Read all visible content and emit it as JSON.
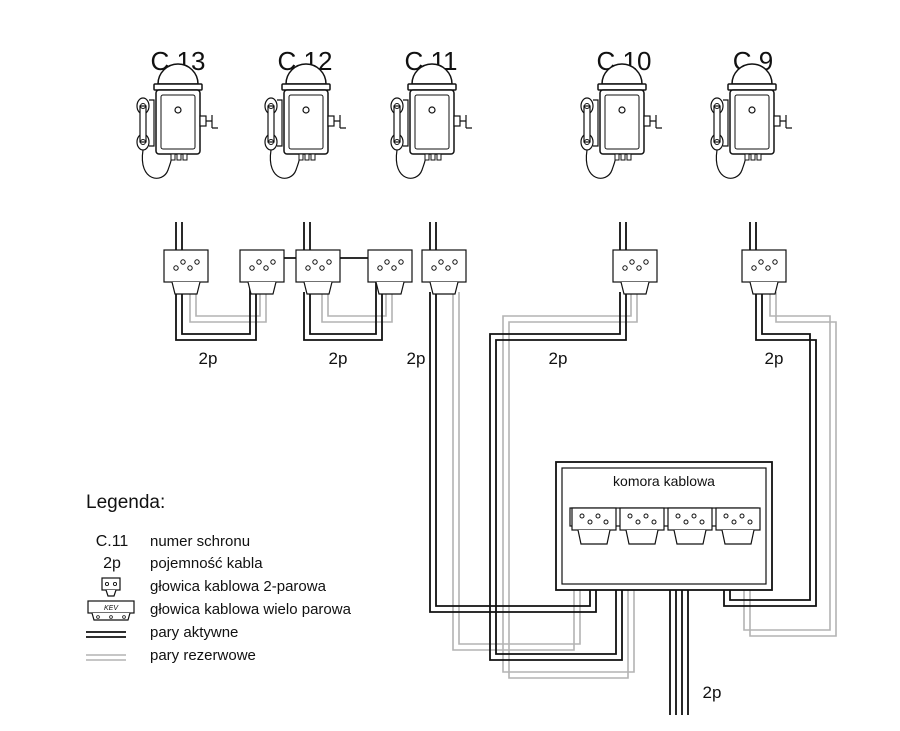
{
  "shelters": [
    "C.13",
    "C.12",
    "C.11",
    "C.10",
    "C.9"
  ],
  "cable_capacity": "2p",
  "chamber_label": "komora kablowa",
  "legend": {
    "title": "Legenda:",
    "items": [
      {
        "key": "C.11",
        "text": "numer schronu"
      },
      {
        "key": "2p",
        "text": "pojemność kabla"
      },
      {
        "key": "",
        "text": "głowica kablowa 2-parowa"
      },
      {
        "key": "KEV",
        "text": "głowica kablowa wielo parowa"
      },
      {
        "key": "",
        "text": "pary aktywne"
      },
      {
        "key": "",
        "text": "pary rezerwowe"
      }
    ]
  }
}
